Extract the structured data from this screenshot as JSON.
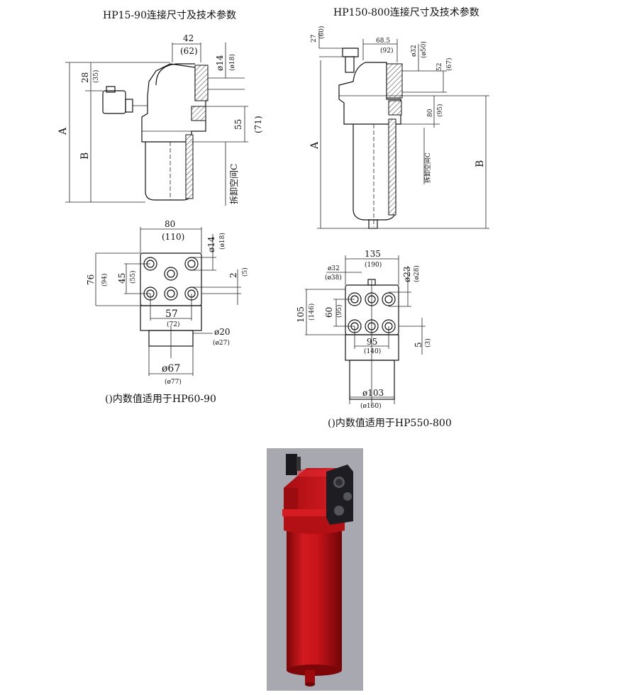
{
  "titles": {
    "left": "HP15-90连接尺寸及技术参数",
    "right": "HP150-800连接尺寸及技术参数"
  },
  "left_side": {
    "w42": "42",
    "w62": "(62)",
    "d14": "ø14",
    "d18": "(ø18)",
    "h28": "28",
    "h35": "(35)",
    "h55": "55",
    "h71": "(71)",
    "A": "A",
    "B": "B",
    "removal": "拆卸空间C"
  },
  "right_side": {
    "h27": "27",
    "h60": "(60)",
    "w68": "68.5",
    "w92": "(92)",
    "d32": "ø32",
    "d50": "(ø50)",
    "h52": "52",
    "h67": "(67)",
    "h80": "80",
    "h95": "(95)",
    "A": "A",
    "B": "B",
    "removal": "拆卸空间C"
  },
  "left_bottom": {
    "w80": "80",
    "w110": "(110)",
    "d14": "ø14",
    "d18": "(ø18)",
    "h76": "76",
    "h94": "(94)",
    "h45": "45",
    "h55": "(55)",
    "h2": "2",
    "h5": "(5)",
    "w57": "57",
    "w72": "(72)",
    "d20": "ø20",
    "d27": "(ø27)",
    "d67": "ø67",
    "d77": "(ø77)",
    "note": "()内数值适用于HP60-90"
  },
  "right_bottom": {
    "w135": "135",
    "w190": "(190)",
    "d32": "ø32",
    "d38": "(ø38)",
    "d23": "ø23",
    "d28": "(ø28)",
    "h105": "105",
    "h146": "(146)",
    "h60": "60",
    "h95": "(95)",
    "w95": "95",
    "w140": "(140)",
    "h5": "5",
    "h3": "(3)",
    "d103": "ø103",
    "d160": "(ø160)",
    "note": "()内数值适用于HP550-800"
  },
  "render": {
    "panel_color": "#a8a8b0",
    "body_color": "#c8141a",
    "cap_color": "#1e1e22"
  }
}
